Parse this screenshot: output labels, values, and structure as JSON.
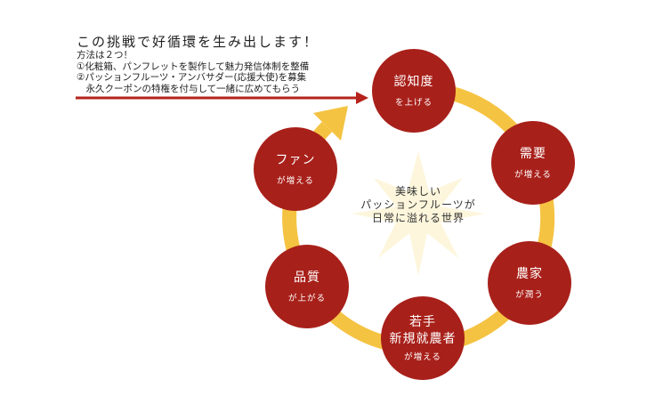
{
  "headline": "この挑戦で好循環を生み出します！",
  "method": {
    "title": "方法は２つ！",
    "items": [
      "①化粧箱、パンフレットを製作して魅力発信体制を整備",
      "②パッションフルーツ・アンバサダー(応援大使)を募集",
      "　永久クーポンの特権を付与して一緒に広めてもらう"
    ]
  },
  "center": [
    "美味しい",
    "パッションフルーツが",
    "日常に溢れる世界"
  ],
  "nodes": [
    {
      "title": [
        "認知度"
      ],
      "sub": "を上げる"
    },
    {
      "title": [
        "需要"
      ],
      "sub": "が増える"
    },
    {
      "title": [
        "農家"
      ],
      "sub": "が潤う"
    },
    {
      "title": [
        "若手",
        "新規就農者"
      ],
      "sub": "が増える"
    },
    {
      "title": [
        "品質"
      ],
      "sub": "が上がる"
    },
    {
      "title": [
        "ファン"
      ],
      "sub": "が増える"
    }
  ],
  "colors": {
    "node": "#A8201A",
    "ring": "#F5C342",
    "arrow": "#B5231C",
    "burst": "#FDF6DC"
  }
}
